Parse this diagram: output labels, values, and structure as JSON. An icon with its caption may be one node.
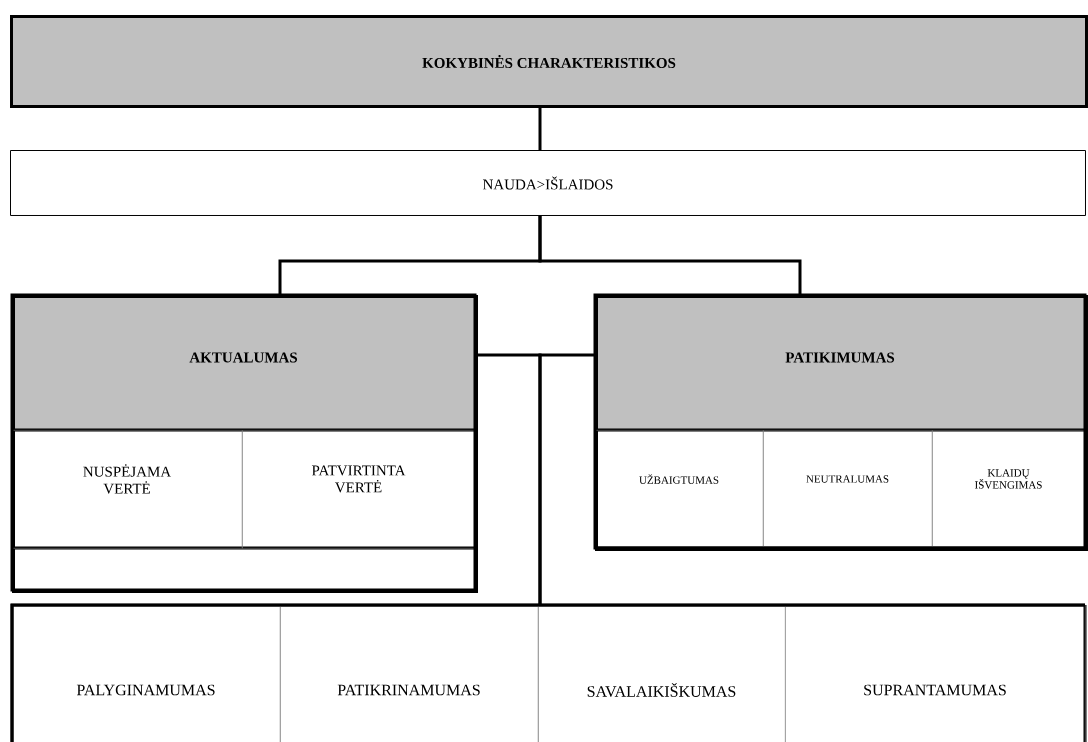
{
  "diagram": {
    "nodes": [
      {
        "text": [
          "KOKYBINĖS CHARAKTERISTIKOS"
        ]
      },
      {
        "text": [
          "NAUDA>IŠLAIDOS"
        ]
      },
      {
        "text": [
          "AKTUALUMAS"
        ]
      },
      {
        "text": [
          "NUSPĖJAMA VERTĖ"
        ],
        "in": 2
      },
      {
        "text": [
          "PATVIRTINTA VERTĖ"
        ],
        "in": 2
      },
      {
        "text": [
          "PATIKIMUMAS"
        ]
      },
      {
        "text": [
          "UŽBAIGTUMAS"
        ],
        "in": 5
      },
      {
        "text": [
          "NEUTRALUMAS"
        ],
        "in": 5
      },
      {
        "text": [
          "KLAIDŲ IŠVENGIMAS"
        ],
        "in": 5
      },
      {
        "text": [],
        "shape": "box"
      },
      {
        "text": [
          "PALYGINAMUMAS"
        ],
        "in": 9
      },
      {
        "text": [
          "PATIKRINAMUMAS"
        ],
        "in": 9
      },
      {
        "text": [
          "SAVALAIKIŠKUMAS"
        ],
        "in": 9
      },
      {
        "text": [
          "SUPRANTAMUMAS"
        ],
        "in": 9
      }
    ],
    "edges": [
      {
        "from": 0,
        "to": 1,
        "arrow": "none"
      },
      {
        "from": 1,
        "to": 2,
        "arrow": "none"
      },
      {
        "from": 1,
        "to": 5,
        "arrow": "none"
      },
      {
        "from": 2,
        "to": 9,
        "arrow": "none"
      },
      {
        "from": 5,
        "to": 9,
        "arrow": "none"
      }
    ]
  }
}
